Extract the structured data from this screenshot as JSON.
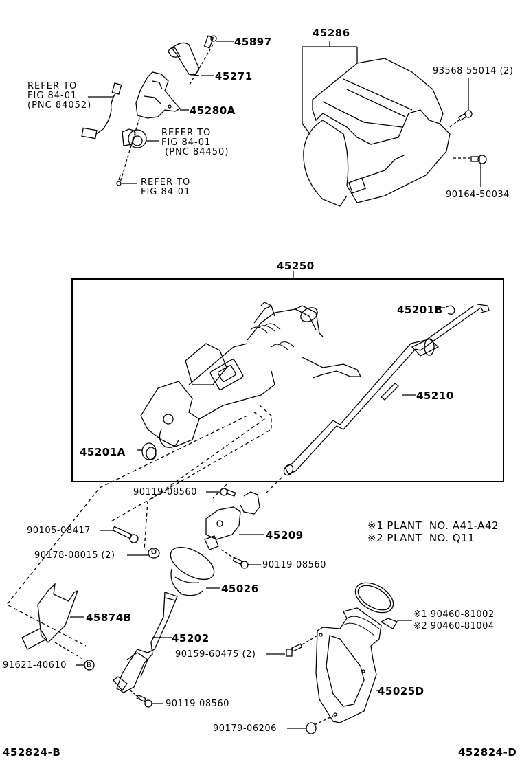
{
  "diagram": {
    "title_codes": {
      "left": "452824-B",
      "right": "452824-D"
    },
    "assembly_label": "45250",
    "notes": [
      {
        "mark": "※1",
        "text": "PLANT  NO. A41-A42"
      },
      {
        "mark": "※2",
        "text": "PLANT  NO. Q11"
      }
    ],
    "parts": {
      "p45897": "45897",
      "p45271": "45271",
      "p45280A": "45280A",
      "p45286": "45286",
      "p93568": "93568-55014 (2)",
      "p90164": "90164-50034",
      "p45201B": "45201B",
      "p45210": "45210",
      "p45201A": "45201A",
      "p90119a": "90119-08560",
      "p90105": "90105-08417",
      "p90178": "90178-08015 (2)",
      "p45209": "45209",
      "p90119b": "90119-08560",
      "p45026": "45026",
      "p45874B": "45874B",
      "p45202": "45202",
      "p91621": "91621-40610",
      "p91621_mark": "B",
      "p90159": "90159-60475 (2)",
      "p90119c": "90119-08560",
      "p90179": "90179-06206",
      "p45025D": "45025D",
      "p90460_1": "※1 90460-81002",
      "p90460_2": "※2 90460-81004"
    },
    "references": {
      "ref1": "REFER TO\nFIG 84-01\n(PNC 84052)",
      "ref2": "REFER TO\nFIG 84-01\n (PNC 84450)",
      "ref3": "REFER TO\nFIG 84-01"
    }
  }
}
